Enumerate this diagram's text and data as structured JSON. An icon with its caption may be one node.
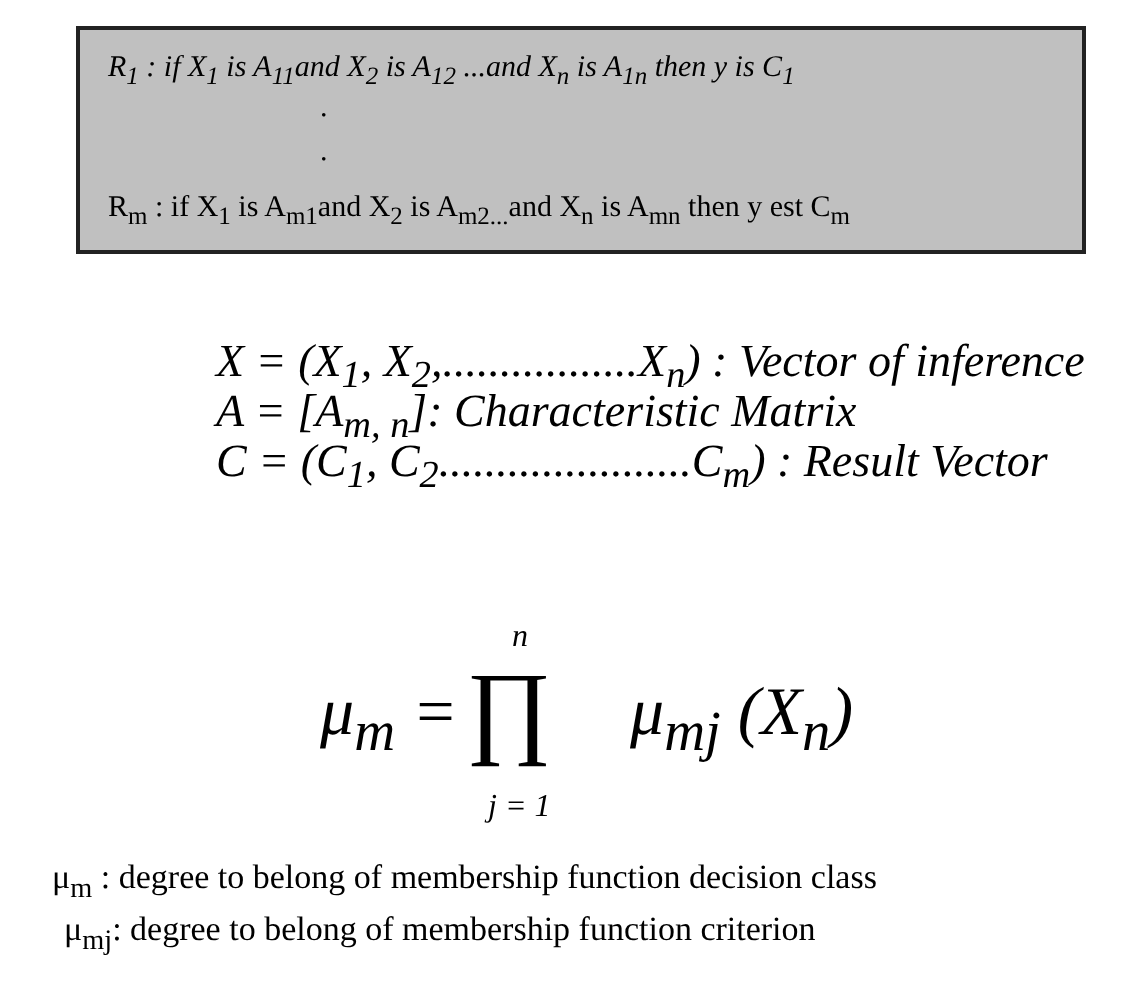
{
  "diagram": {
    "nodes": [
      {
        "text": [
          "R$_{1}$ : if X$_{1}$ is A$_{11}$and X$_{2}$ is A$_{12}$ ...and X$_{n}$ is A$_{1n}$  then y is C$_{1}$",
          ".",
          ".",
          "R$_{m}$ : if X$_{1}$ is A$_{m1}$and X$_{2}$ is A$_{m2...}$and X$_{n}$ is A$_{mn}$  then y est C$_{m}$"
        ]
      }
    ],
    "labels": [
      "X = (X$_{1}$, X$_{2}$,.................X$_{n}$) : Vector of inference",
      "A = [A$_{m, n}$]: Characteristic Matrix",
      "C = (C$_{1}$, C$_{2}$......................C$_{m}$) : Result Vector",
      "μ$_{m}$ =",
      "n",
      "∏",
      "j = 1",
      "μ$_{mj}$ (X$_{n}$)",
      "μ$_{m}$ : degree to belong of membership function decision class",
      "μ$_{mj}$: degree to belong of membership function criterion"
    ]
  }
}
